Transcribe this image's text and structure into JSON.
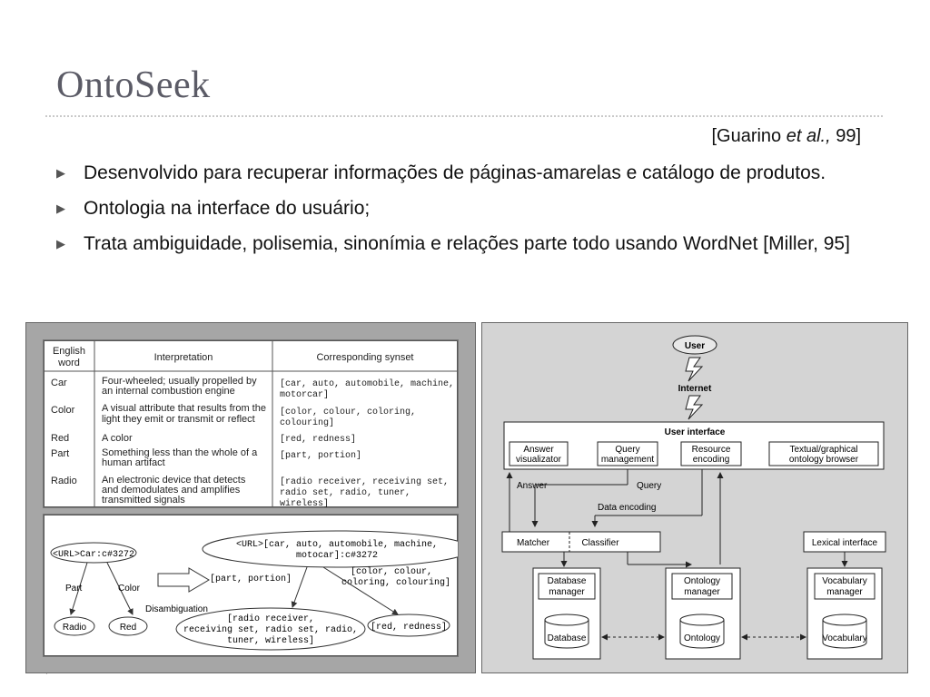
{
  "slide": {
    "title": "OntoSeek",
    "citation": {
      "prefix": "[Guarino ",
      "emph": "et al.,",
      "suffix": " 99]"
    },
    "bullets": [
      "Desenvolvido para recuperar informações de páginas-amarelas e catálogo de produtos.",
      "Ontologia na interface do usuário;",
      "Trata ambiguidade, polisemia, sinonímia e relações parte todo usando WordNet [Miller, 95]"
    ],
    "footer": "·"
  },
  "table": {
    "headers": [
      "English word",
      "Interpretation",
      "Corresponding synset"
    ],
    "rows": [
      {
        "word": "Car",
        "interp": [
          "Four-wheeled; usually propelled by",
          "an internal combustion engine"
        ],
        "synset": [
          "[car, auto, automobile, machine,",
          "motorcar]"
        ]
      },
      {
        "word": "Color",
        "interp": [
          "A visual attribute that results from the",
          "light they emit or transmit or reflect"
        ],
        "synset": [
          "[color, colour, coloring,",
          "colouring]"
        ]
      },
      {
        "word": "Red",
        "interp": [
          "A color"
        ],
        "synset": [
          "[red, redness]"
        ]
      },
      {
        "word": "Part",
        "interp": [
          "Something less than the whole of a",
          "human artifact"
        ],
        "synset": [
          "[part, portion]"
        ]
      },
      {
        "word": "Radio",
        "interp": [
          "An electronic device that detects",
          "and demodulates and amplifies",
          "transmitted signals"
        ],
        "synset": [
          "[radio receiver, receiving set,",
          "radio set, radio, tuner,",
          "wireless]"
        ]
      }
    ]
  },
  "disambiguation": {
    "source_node": "<URL>Car:c#3272",
    "target_node": [
      "<URL>[car, auto, automobile, machine,",
      "motocar]:c#3272"
    ],
    "edge_part": "Part",
    "edge_color": "Color",
    "leaf_radio": "Radio",
    "leaf_red": "Red",
    "arrow_label": "Disambiguation",
    "part_synset": "[part, portion]",
    "color_synset": [
      "[color, colour,",
      "coloring, colouring]"
    ],
    "radio_synset": [
      "[radio receiver,",
      "receiving set, radio set, radio,",
      "tuner, wireless]"
    ],
    "red_synset": "[red, redness]"
  },
  "architecture": {
    "user": "User",
    "internet": "Internet",
    "ui_title": "User interface",
    "ui_modules": [
      [
        "Answer",
        "visualizator"
      ],
      [
        "Query",
        "management"
      ],
      [
        "Resource",
        "encoding"
      ],
      [
        "Textual/graphical",
        "ontology browser"
      ]
    ],
    "flow_answer": "Answer",
    "flow_query": "Query",
    "flow_data": "Data encoding",
    "matcher": "Matcher",
    "classifier": "Classifier",
    "lexical": "Lexical interface",
    "db_manager": [
      "Database",
      "manager"
    ],
    "onto_manager": [
      "Ontology",
      "manager"
    ],
    "vocab_manager": [
      "Vocabulary",
      "manager"
    ],
    "db_store": "Database",
    "onto_store": "Ontology",
    "vocab_store": "Vocabulary"
  }
}
